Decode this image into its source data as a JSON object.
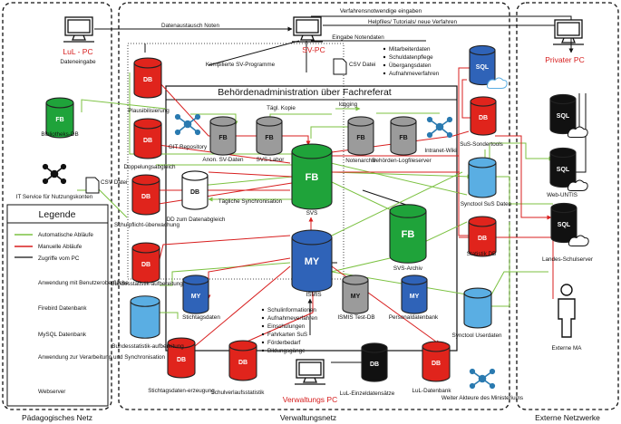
{
  "zones": {
    "left": "Pädagogisches Netz",
    "middle": "Verwaltungsnetz",
    "right": "Externe Netzwerke"
  },
  "computers": {
    "lul_pc_title": "LuL - PC",
    "lul_pc_sub": "Dateneingabe",
    "sv_pc": "SV-PC",
    "private_pc": "Privater PC",
    "verwaltungs_pc": "Verwaltungs PC"
  },
  "admin_box": {
    "title": "Behördenadministration über Fachreferat"
  },
  "databases": {
    "plausibilisierung": "Plausibilisierung",
    "doppelungsabgleich": "Doppelungsabgleich",
    "schulpflicht": "Schulpflicht-überwachung",
    "bundesstatistik1": "Bundesstatistik-aufbereitung",
    "bundesstatistik2": "Bundesstatistik-aufbereitung",
    "bibliotheks": "Bibliotheks-DB",
    "anon": "Anon. SV-Daten",
    "svslabor": "SVS-Labor",
    "notenarchiv": "Notenarchiv",
    "behoerden": "Behörden-Logfileserver",
    "dd": "DD zum Datenabgleich",
    "svs": "SVS",
    "svs_archiv": "SVS-Archiv",
    "ismis": "ISMIS",
    "ismis_test": "ISMIS Test-DB",
    "personal": "Personaldatenbank",
    "stichtags": "Stichtagsdaten",
    "stichtagserzeugung": "Stichtagsdaten-erzeugung",
    "schulverlauf": "Schulverlaufsstatistik",
    "lul_einzel": "LuL-Einzeldatensätze",
    "lul_db": "LuL-Datenbank",
    "sus_sonder": "SuS-Sondertools",
    "synctool_sus": "Synctool SuS Daten",
    "statistik": "Statistik DB",
    "synctool_user": "Synctool Userdaten",
    "web_untis": "Web-UNTIS",
    "landes": "Landes-Schulserver",
    "sql_private": "SQL",
    "externe_ma": "Externe MA"
  },
  "db_codes": {
    "db": "DB",
    "fb": "FB",
    "my": "MY",
    "sql": "SQL"
  },
  "nodes": {
    "git": "GIT Repository",
    "intranet": "Intranet-Wiki",
    "it_service": "IT Service für Nutzungskonten",
    "weiter": "Weiter Akteure des Ministeriums"
  },
  "edge_labels": {
    "datenaustausch": "Datenaustausch Noten",
    "verfahrensnotwendige": "Verfahrensnotwendige eingaben",
    "helpfiles": "Helpfiles/ Tutorials/ neue Verfahren",
    "eingabe_noten": "Eingabe Notendaten",
    "kompilierte": "Kompilierte SV-Programme",
    "taegl_kopie": "Tägl. Kopie",
    "logging": "logging",
    "taegliche_sync": "Tägliche Synchronisation",
    "csv_datei": "CSV Datei",
    "csv_datei2": "CSV Datei"
  },
  "sv_bullets": [
    "Mitarbeiterdaten",
    "Schuldatenpflege",
    "Übergangsdaten",
    "Aufnahmeverfahren"
  ],
  "ismis_bullets": [
    "Schulinformationen",
    "Aufnahmeverfahren",
    "Einschulungen",
    "Fahrkarten SuS",
    "Förderbedarf",
    "Bildungsgänge"
  ],
  "legend": {
    "title": "Legende",
    "items": [
      "Automatische Abläufe",
      "Manuelle Abläufe",
      "Zugriffe vom PC",
      "Anwendung mit Benutzeroberfläche",
      "Firebird Datenbank",
      "MySQL Datenbank",
      "Anwendung zur Verarbeitung und Synchronisation",
      "Webserver"
    ]
  },
  "colors": {
    "red": "#e0241c",
    "green": "#1fa33a",
    "blue": "#2f63b8",
    "lightblue": "#5aaee3",
    "grey": "#9b9b9b",
    "black": "#111111",
    "auto_line": "#7cc242",
    "manual_line": "#d81f1f"
  }
}
